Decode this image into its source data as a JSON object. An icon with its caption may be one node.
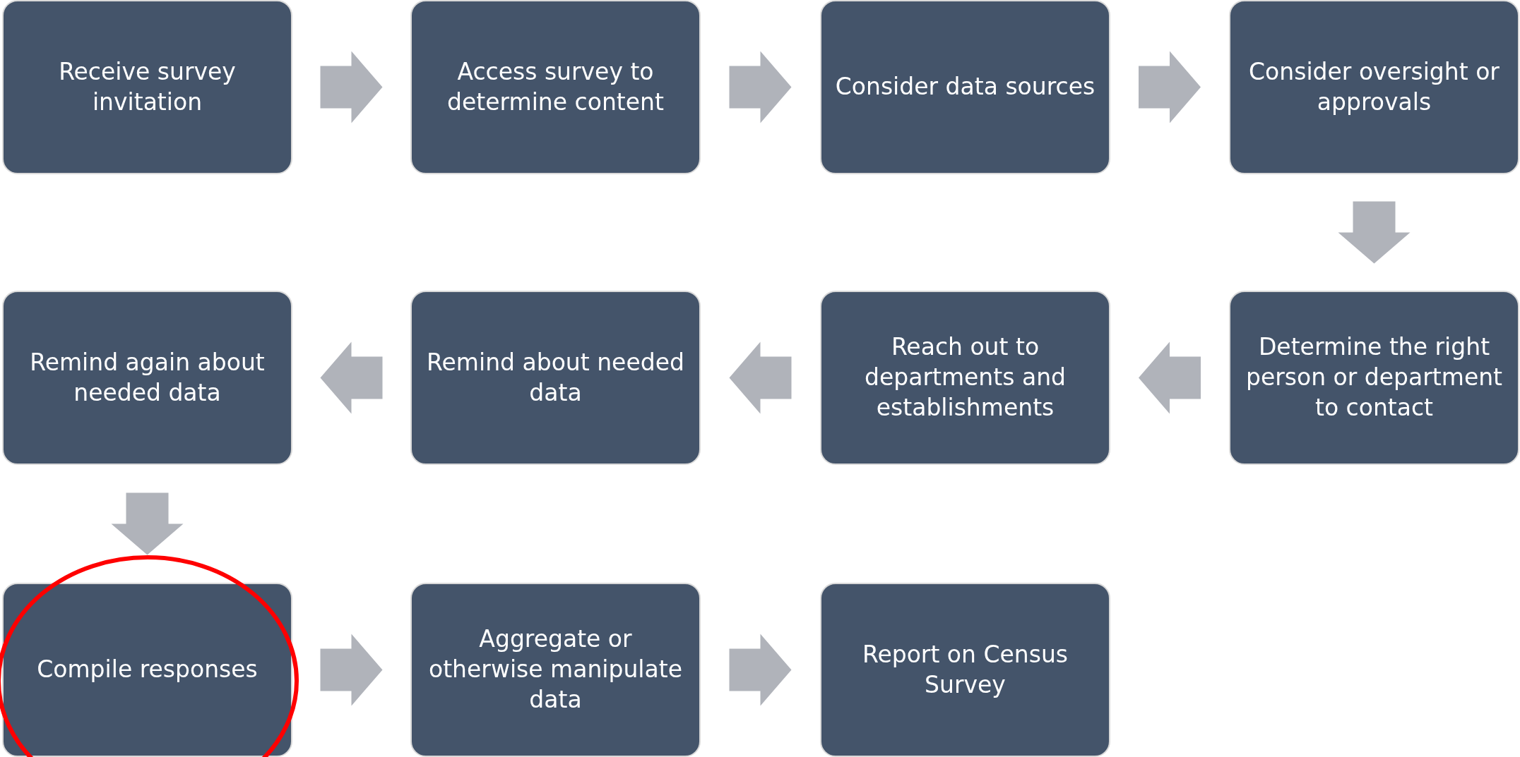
{
  "diagram": {
    "nodes": [
      {
        "text": [
          "Receive survey invitation"
        ]
      },
      {
        "text": [
          "Access survey to determine content"
        ]
      },
      {
        "text": [
          "Consider data sources"
        ]
      },
      {
        "text": [
          "Consider oversight or approvals"
        ]
      },
      {
        "text": [
          "Remind again about needed data"
        ]
      },
      {
        "text": [
          "Remind about needed data"
        ]
      },
      {
        "text": [
          "Reach out to departments and establishments"
        ]
      },
      {
        "text": [
          "Determine the right person or department to contact"
        ]
      },
      {
        "text": [
          "Compile responses"
        ]
      },
      {
        "text": [
          "Aggregate or otherwise manipulate data"
        ]
      },
      {
        "text": [
          "Report on Census Survey"
        ]
      }
    ],
    "edges": [
      {
        "from": 0,
        "to": 1,
        "arrow": "to"
      },
      {
        "from": 1,
        "to": 2,
        "arrow": "to"
      },
      {
        "from": 2,
        "to": 3,
        "arrow": "to"
      },
      {
        "from": 3,
        "to": 7,
        "arrow": "to"
      },
      {
        "from": 7,
        "to": 6,
        "arrow": "to"
      },
      {
        "from": 6,
        "to": 5,
        "arrow": "to"
      },
      {
        "from": 5,
        "to": 4,
        "arrow": "to"
      },
      {
        "from": 4,
        "to": 8,
        "arrow": "to"
      },
      {
        "from": 8,
        "to": 9,
        "arrow": "to"
      },
      {
        "from": 9,
        "to": 10,
        "arrow": "to"
      }
    ]
  }
}
